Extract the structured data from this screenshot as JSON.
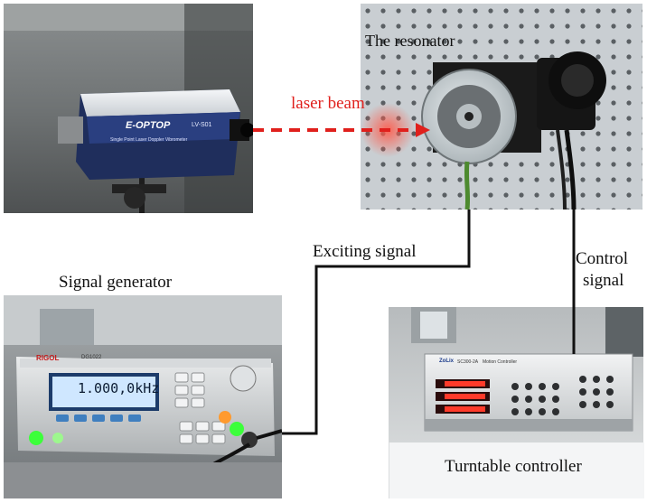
{
  "labels": {
    "resonator": "The resonator",
    "laser_beam": "laser beam",
    "exciting_signal": "Exciting signal",
    "control_signal_line1": "Control",
    "control_signal_line2": "signal",
    "signal_generator": "Signal generator",
    "turntable_controller": "Turntable controller"
  },
  "device_text": {
    "laser_brand": "E-OPTOP",
    "laser_model": "LV-S01",
    "laser_sub": "Single Point Laser Doppler Vibrometer",
    "generator_brand": "RIGOL",
    "generator_model": "DG1022",
    "generator_display": "1.000,0kHz",
    "controller_brand": "ZoLix",
    "controller_model": "SC300-2A",
    "controller_sub": "Motion Controller"
  },
  "colors": {
    "laser": "#e0201c",
    "wire": "#111111",
    "optical_table": "#c9ced2",
    "generator_display": "#cfe7ff"
  }
}
